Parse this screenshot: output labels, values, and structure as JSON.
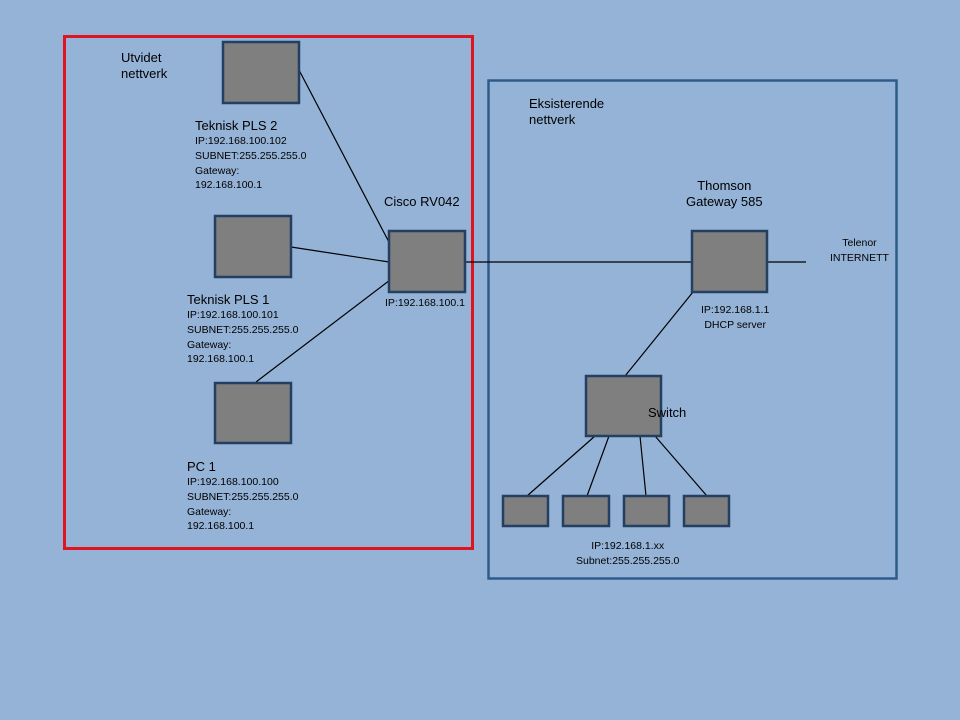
{
  "colors": {
    "background": "#95b3d7",
    "device_fill": "#7f7f7f",
    "device_border": "#243f60",
    "zone_expanded_border": "#e0141e",
    "zone_existing_border": "#2e5c8a",
    "link": "#000000"
  },
  "zones": {
    "expanded": {
      "title_line1": "Utvidet",
      "title_line2": "nettverk"
    },
    "existing": {
      "title_line1": "Eksisterende",
      "title_line2": "nettverk"
    }
  },
  "devices": {
    "pls2": {
      "name": "Teknisk PLS 2",
      "ip": "IP:192.168.100.102",
      "subnet": "SUBNET:255.255.255.0",
      "gateway_label": "Gateway:",
      "gateway": "192.168.100.1"
    },
    "pls1": {
      "name": "Teknisk PLS 1",
      "ip": "IP:192.168.100.101",
      "subnet": "SUBNET:255.255.255.0",
      "gateway_label": "Gateway:",
      "gateway": "192.168.100.1"
    },
    "pc1": {
      "name": "PC 1",
      "ip": "IP:192.168.100.100",
      "subnet": "SUBNET:255.255.255.0",
      "gateway_label": "Gateway:",
      "gateway": "192.168.100.1"
    },
    "cisco": {
      "name": "Cisco RV042",
      "ip": "IP:192.168.100.1"
    },
    "thomson": {
      "name_line1": "Thomson",
      "name_line2": "Gateway 585",
      "ip": "IP:192.168.1.1",
      "role": "DHCP server"
    },
    "switch": {
      "name": "Switch"
    },
    "clients": {
      "ip": "IP:192.168.1.xx",
      "subnet": "Subnet:255.255.255.0"
    }
  },
  "internet": {
    "line1": "Telenor",
    "line2": "INTERNETT"
  }
}
